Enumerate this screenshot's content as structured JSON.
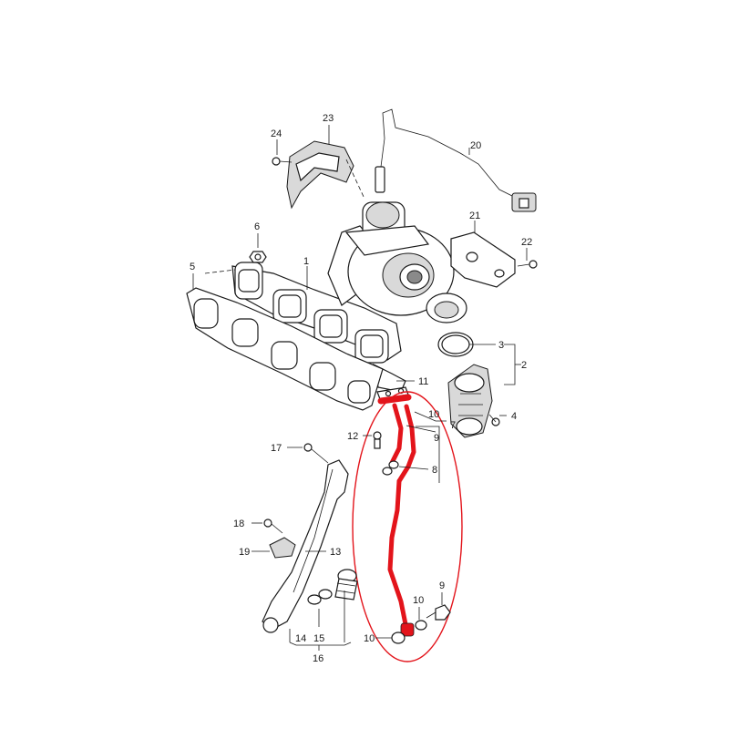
{
  "diagram": {
    "highlight_color": "#e3141b",
    "line_color": "#1a1a1a",
    "callouts": {
      "c1": "1",
      "c2": "2",
      "c3": "3",
      "c4": "4",
      "c5": "5",
      "c6": "6",
      "c7": "7",
      "c8": "8",
      "c9a": "9",
      "c9b": "9",
      "c10a": "10",
      "c10b": "10",
      "c10c": "10",
      "c11": "11",
      "c12": "12",
      "c13": "13",
      "c14": "14",
      "c15": "15",
      "c16": "16",
      "c17": "17",
      "c18": "18",
      "c19": "19",
      "c20": "20",
      "c21": "21",
      "c22": "22",
      "c23": "23",
      "c24": "24"
    }
  }
}
